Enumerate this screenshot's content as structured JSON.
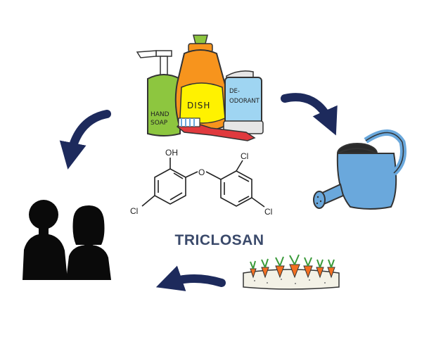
{
  "title": "TRICLOSAN",
  "molecule": {
    "atoms": {
      "hydroxyl": "OH",
      "bridge": "O",
      "chlorine_left": "Cl",
      "chlorine_top_right": "Cl",
      "chlorine_bottom_right": "Cl"
    }
  },
  "products": {
    "hand_soap_line1": "HAND",
    "hand_soap_line2": "SOAP",
    "dish": "DISH",
    "deodorant_line1": "DE-",
    "deodorant_line2": "ODORANT"
  },
  "colors": {
    "arrow": "#1d2a5c",
    "title": "#3b4a6b",
    "hand_soap": "#8dc63f",
    "dish_soap": "#f7941d",
    "dish_label": "#fff200",
    "deodorant": "#9fd5f2",
    "toothbrush": "#e03a3e",
    "watering_can": "#6aa8dc",
    "carrot": "#f36f21",
    "people": "#0a0a0a"
  },
  "icons": [
    "curved-arrow-icon",
    "watering-can-icon",
    "carrots-in-soil-icon",
    "people-silhouette-icon"
  ]
}
